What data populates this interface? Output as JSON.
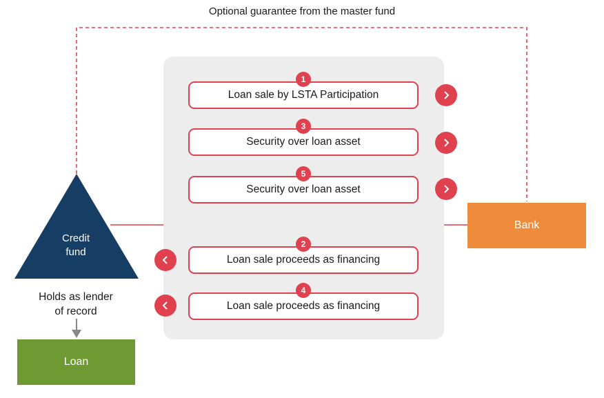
{
  "title": "Optional guarantee from the master fund",
  "nodes": {
    "credit_fund_line1": "Credit",
    "credit_fund_line2": "fund",
    "bank": "Bank",
    "loan": "Loan",
    "holds_line1": "Holds as lender",
    "holds_line2": "of record"
  },
  "steps": [
    {
      "number": "1",
      "label": "Loan sale by LSTA Participation",
      "direction": "right"
    },
    {
      "number": "3",
      "label": "Security over loan asset",
      "direction": "right"
    },
    {
      "number": "5",
      "label": "Security over loan asset",
      "direction": "right"
    },
    {
      "number": "2",
      "label": "Loan sale proceeds as financing",
      "direction": "left"
    },
    {
      "number": "4",
      "label": "Loan sale proceeds as financing",
      "direction": "left"
    }
  ],
  "colors": {
    "accent_red": "#e0414f",
    "fund_navy": "#163d63",
    "bank_orange": "#ef8c3b",
    "loan_green": "#6f9a33",
    "panel_gray": "#ededed"
  },
  "icons": {
    "right_arrow": "chevron-right-icon",
    "left_arrow": "chevron-left-icon"
  }
}
